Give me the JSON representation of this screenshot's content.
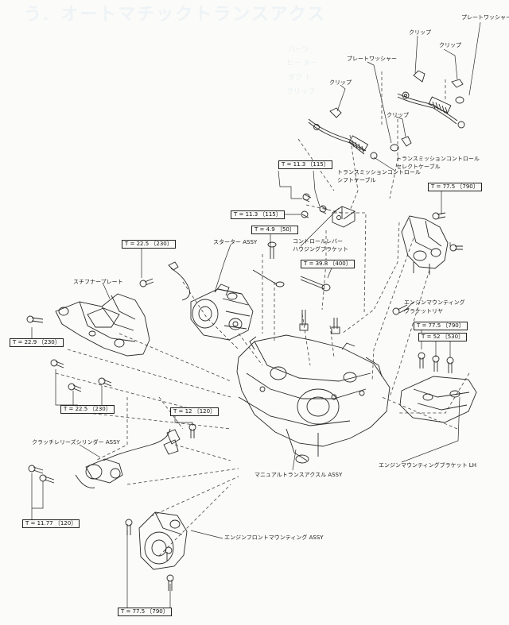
{
  "faint_header": {
    "title": "う．オートマチックトランスアクス",
    "rows": [
      "パーツ",
      "ヒー ター",
      "ダク ト",
      "クリップ"
    ]
  },
  "labels": {
    "plate_washer_top": "プレートワッシャー",
    "clip_a": "クリップ",
    "clip_b": "クリップ",
    "plate_washer_mid": "プレートワッシャー",
    "clip_c": "クリップ",
    "clip_d": "クリップ",
    "select_cable_1": "トランスミッションコントロール",
    "select_cable_2": "セレクトケーブル",
    "shift_cable_1": "トランスミッションコントロール",
    "shift_cable_2": "シフトケーブル",
    "control_lever_1": "コントロールレバー",
    "control_lever_2": "ハウジングブラケット",
    "starter": "スターター ASSY",
    "stiffener": "スチフナープレート",
    "mount_rear_1": "エンジンマウンティング",
    "mount_rear_2": "ブラケットリヤ",
    "clutch_cyl": "クラッチレリーズシリンダー ASSY",
    "manual_trans": "マニュアルトランスアクスル ASSY",
    "mount_bracket_lh": "エンジンマウンティングブラケット LH",
    "front_mount": "エンジンフロントマウンティング ASSY"
  },
  "torques": {
    "t1": "T = 11.3 〔115〕",
    "t2": "T = 11.3 〔115〕",
    "t3": "T = 4.9 〔50〕",
    "t4": "T = 77.5 〔790〕",
    "t5": "T = 22.5 〔230〕",
    "t6": "T = 39.8 〔400〕",
    "t7": "T = 22.9 〔230〕",
    "t8": "T = 77.5 〔790〕",
    "t9": "T = 52 〔530〕",
    "t10": "T = 22.5 〔230〕",
    "t11": "T = 12 〔120〕",
    "t12": "T = 11.77 〔120〕",
    "t13": "T = 77.5 〔790〕"
  }
}
